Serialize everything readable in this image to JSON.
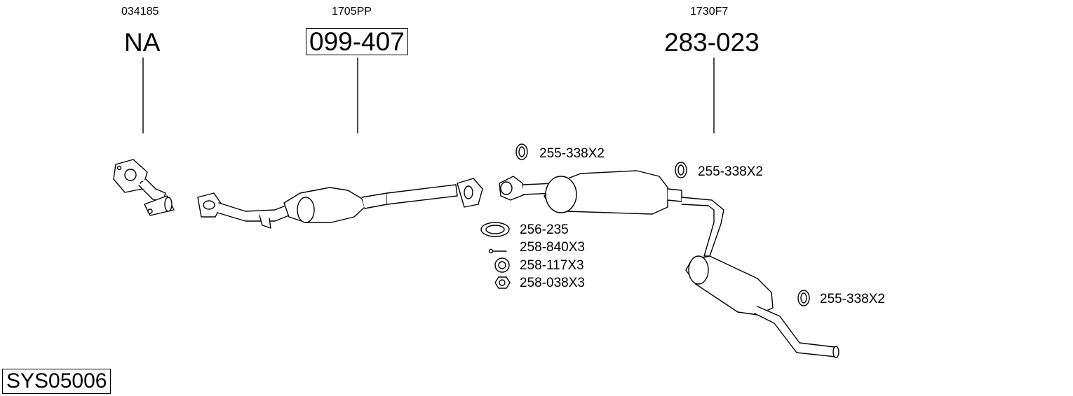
{
  "diagram_code": "SYS05006",
  "columns": [
    {
      "ref": "034185",
      "part": "NA",
      "boxed": false
    },
    {
      "ref": "1705PP",
      "part": "099-407",
      "boxed": true
    },
    {
      "ref": "1730F7",
      "part": "283-023",
      "boxed": false
    }
  ],
  "accessories": {
    "clamp_top_left": "255-338X2",
    "clamp_top_right": "255-338X2",
    "clamp_rear": "255-338X2",
    "gasket": "256-235",
    "bolt": "258-840X3",
    "washer": "258-117X3",
    "nut": "258-038X3"
  }
}
